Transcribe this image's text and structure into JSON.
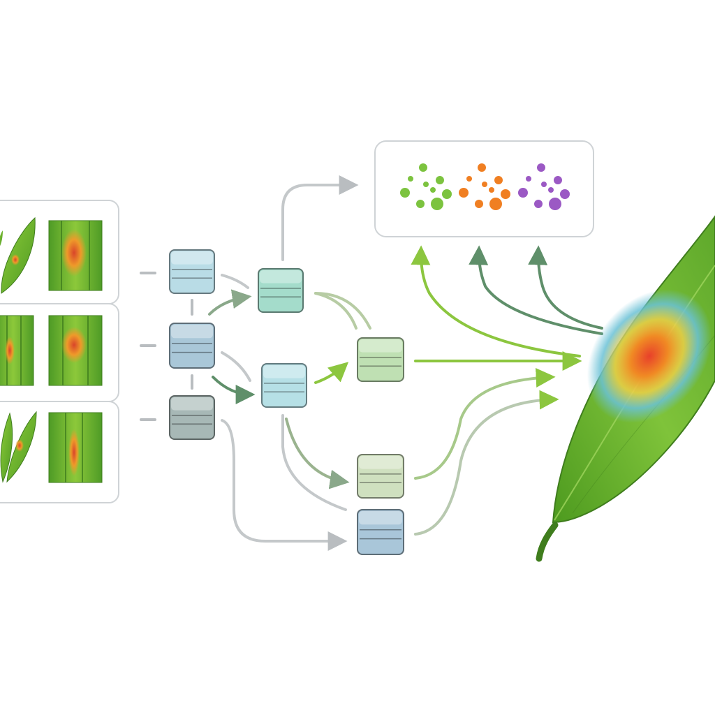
{
  "colors": {
    "background": "#ffffff",
    "panel_border": "#cfd3d6",
    "connector_gray": "#b9bdc0",
    "arrow_light_green": "#8cc63f",
    "arrow_dark_green": "#5f8f6a",
    "leaf_green": "#6fb52c",
    "leaf_dark": "#3f7d1d",
    "heat_center": "#e8412a",
    "heat_mid": "#f08a24",
    "heat_edge": "#6ac1d6"
  },
  "input_panel": {
    "rows": [
      {
        "name": "row-1",
        "leaf_icon": "leaf-with-lesion-icon",
        "patch_icon": "lesion-patch-icon"
      },
      {
        "name": "row-2",
        "leaf_icon": "leaf-patch-icon",
        "patch_icon": "lesion-patch-icon"
      },
      {
        "name": "row-3",
        "leaf_icon": "two-leaves-lesion-icon",
        "patch_icon": "lesion-patch-icon"
      }
    ]
  },
  "feature_blocks": [
    {
      "id": "block-a1",
      "color": "#b9dce6",
      "stage": 1
    },
    {
      "id": "block-a2",
      "color": "#a9c7d8",
      "stage": 1
    },
    {
      "id": "block-a3",
      "color": "#a7b8b6",
      "stage": 1
    },
    {
      "id": "block-b1",
      "color": "#a4dccb",
      "stage": 2
    },
    {
      "id": "block-b2",
      "color": "#b6e0e6",
      "stage": 2
    },
    {
      "id": "block-c1",
      "color": "#bfe0b3",
      "stage": 3
    },
    {
      "id": "block-c2",
      "color": "#cfe0bf",
      "stage": 3
    },
    {
      "id": "block-c3",
      "color": "#a9c6d9",
      "stage": 3
    }
  ],
  "cluster_panel": {
    "clusters": [
      {
        "name": "green-cluster",
        "color": "#7cc33f"
      },
      {
        "name": "orange-cluster",
        "color": "#f07f22"
      },
      {
        "name": "purple-cluster",
        "color": "#9b59c4"
      }
    ]
  },
  "output_leaf": {
    "icon": "heatmap-leaf-icon"
  }
}
